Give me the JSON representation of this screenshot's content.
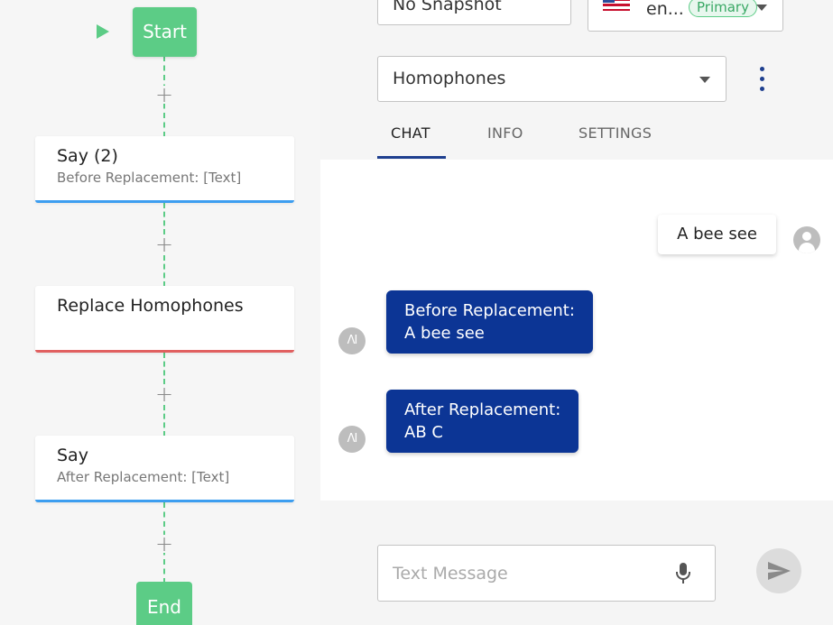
{
  "flow": {
    "start_label": "Start",
    "end_label": "End",
    "add_symbol": "+",
    "nodes": [
      {
        "title": "Say (2)",
        "subtitle": "Before Replacement: [Text]",
        "accent": "#3d9ef0"
      },
      {
        "title": "Replace Homophones",
        "subtitle": "",
        "accent": "#e16060"
      },
      {
        "title": "Say",
        "subtitle": "After Replacement: [Text]",
        "accent": "#3d9ef0"
      }
    ]
  },
  "panel": {
    "snapshot_select": "No Snapshot",
    "locale_select": {
      "value": "en...",
      "badge": "Primary",
      "flag": "us-flag-icon"
    },
    "flow_select": "Homophones",
    "tabs": [
      {
        "label": "CHAT",
        "active": true
      },
      {
        "label": "INFO",
        "active": false
      },
      {
        "label": "SETTINGS",
        "active": false
      }
    ]
  },
  "chat": {
    "messages": [
      {
        "from": "user",
        "text": "A bee see"
      },
      {
        "from": "bot",
        "lines": [
          "Before Replacement:",
          "A bee see"
        ]
      },
      {
        "from": "bot",
        "lines": [
          "After Replacement:",
          "AB C"
        ]
      }
    ],
    "bot_avatar_label": "ΛI",
    "input_placeholder": "Text Message"
  },
  "colors": {
    "start_green": "#5ccc86",
    "say_blue": "#3d9ef0",
    "replace_red": "#e16060",
    "bot_bubble": "#0c3595",
    "tab_active": "#1e3f8f"
  }
}
